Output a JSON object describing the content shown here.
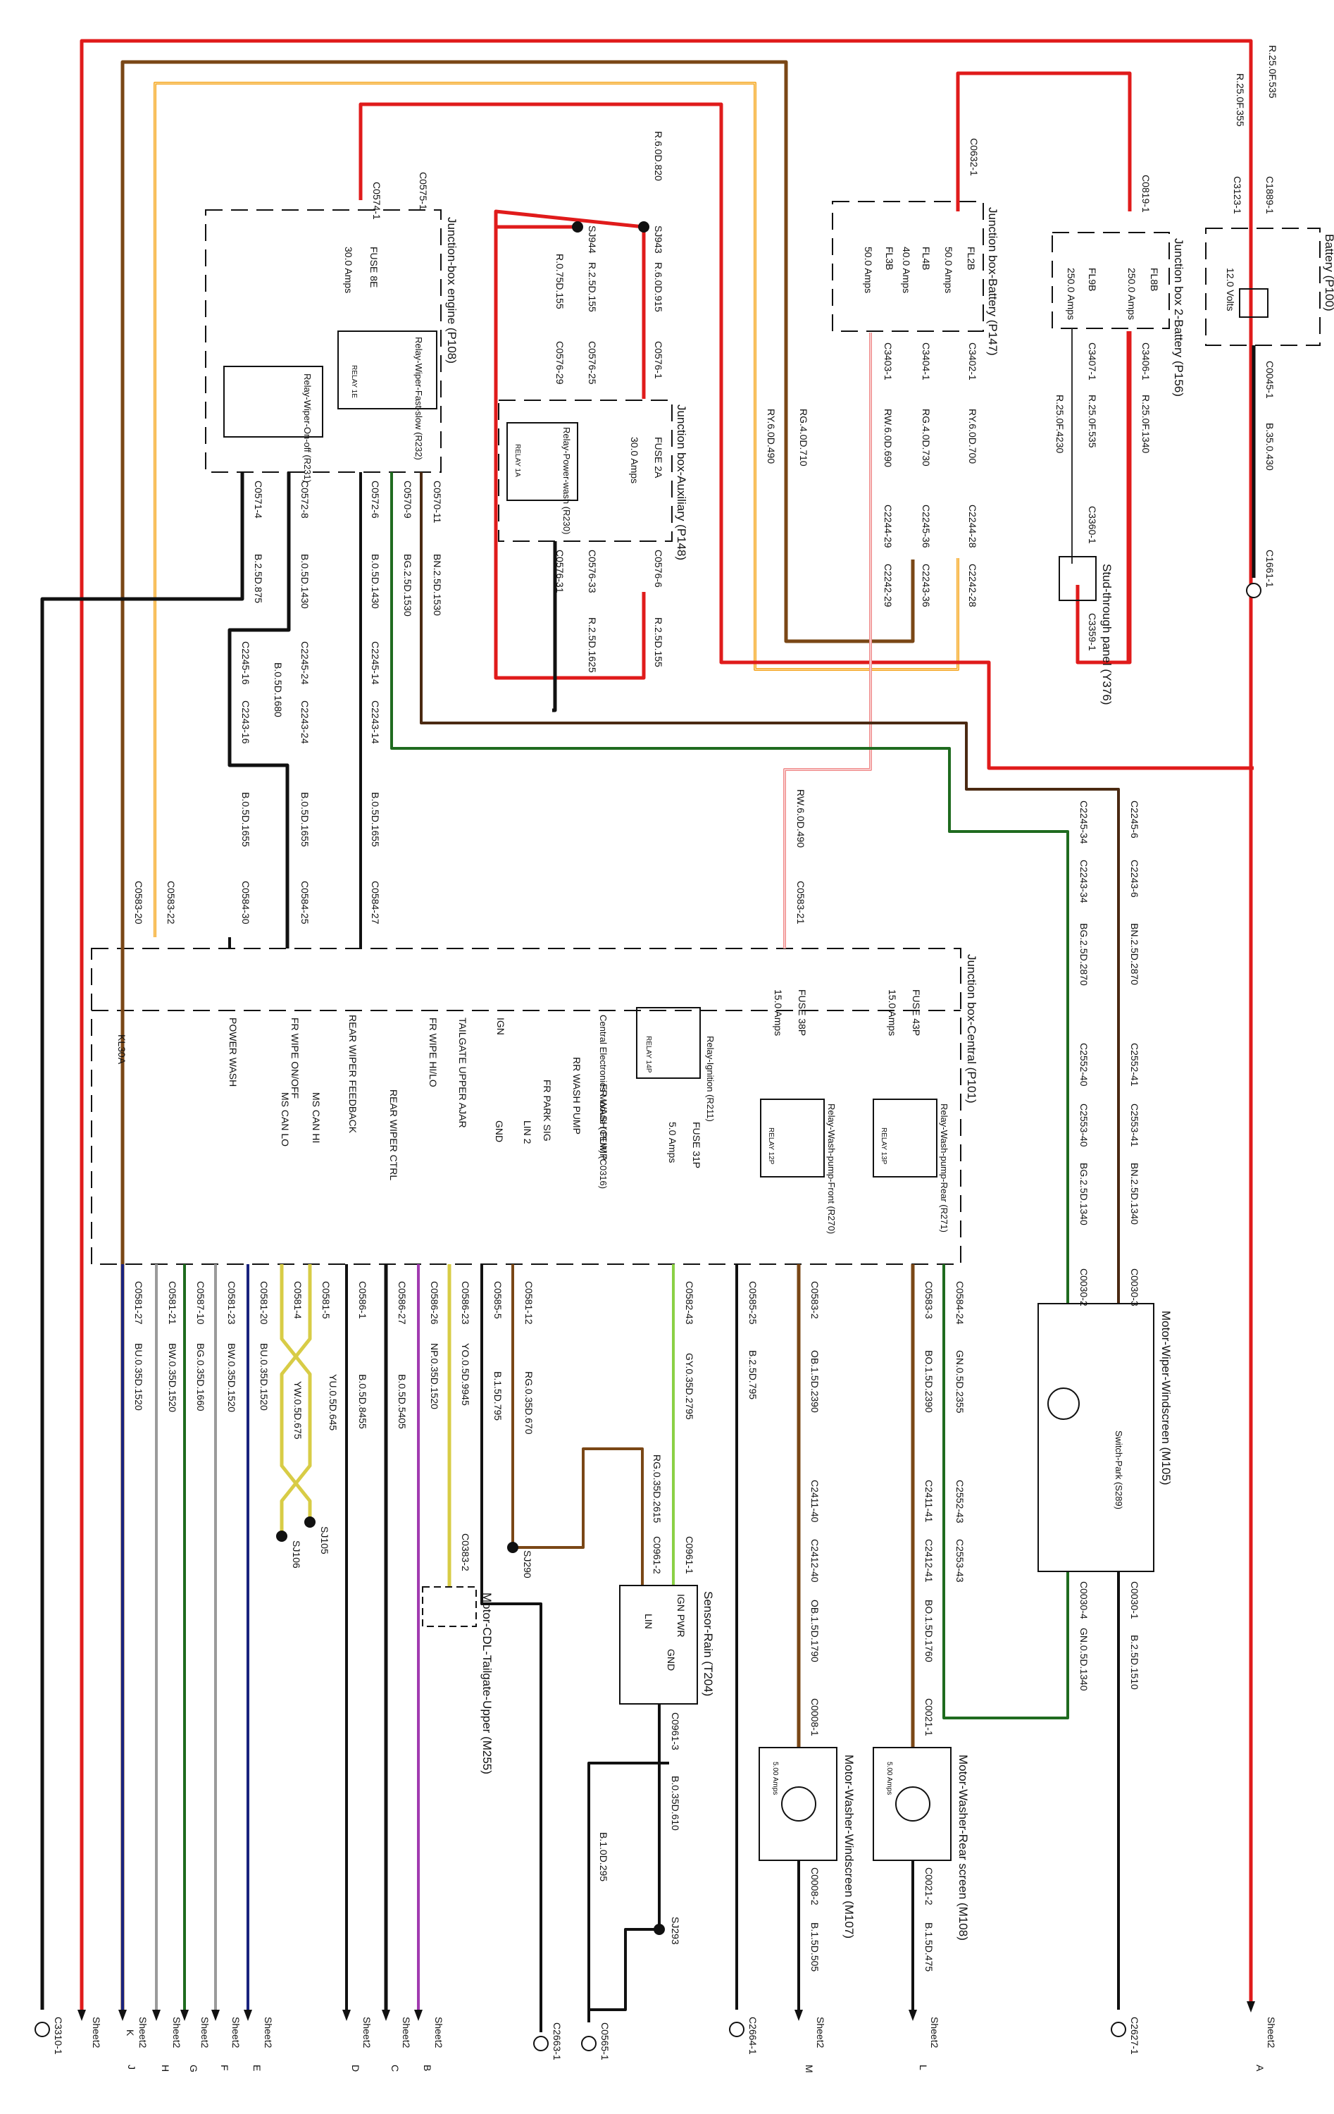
{
  "colors": {
    "red": "#e01b1b",
    "brown": "#7a4716",
    "orange": "#f5a623",
    "darkbrown": "#4b2a12",
    "green": "#1f6b1f",
    "lightgreen": "#8bd146",
    "black": "#111111",
    "blue": "#1a237e",
    "grey": "#9a9a9a",
    "violet": "#a13bb0",
    "yellow": "#d8cc46",
    "pink": "#f08b8b"
  },
  "boxes": {
    "engine": "Junction-box engine (P108)",
    "auxiliary": "Junction box-Auxiliary (P148)",
    "battery_jb": "Junction box-Battery (P147)",
    "battery2": "Junction box 2-Battery (P156)",
    "battery": "Battery (P100)",
    "central": "Junction box-Central (P101)",
    "stud": "Stud-through panel (Y376)",
    "wiper_motor": "Motor-Wiper-Windscreen (M105)",
    "washer_rear": "Motor-Washer-Rear screen (M108)",
    "washer_front": "Motor-Washer-Windscreen (M107)",
    "sensor_rain": "Sensor-Rain (T204)",
    "cdl": "Motor-CDL-Tailgate-Upper (M255)"
  },
  "fuses": {
    "f8e": [
      "FUSE 8E",
      "30.0 Amps"
    ],
    "f2a": [
      "FUSE 2A",
      "30.0 Amps"
    ],
    "fl2b": [
      "FL2B",
      "50.0 Amps"
    ],
    "fl4b": [
      "FL4B",
      "40.0 Amps"
    ],
    "fl3b": [
      "FL3B",
      "50.0 Amps"
    ],
    "fl8b": [
      "FL8B",
      "250.0 Amps"
    ],
    "fl9b": [
      "FL9B",
      "250.0 Amps"
    ],
    "f38p": [
      "FUSE 38P",
      "15.0 Amps"
    ],
    "f43p": [
      "FUSE 43P",
      "15.0 Amps"
    ],
    "f31p": [
      "FUSE 31P",
      "5.0 Amps"
    ],
    "battery_v": "12.0 Volts"
  },
  "relays": {
    "r232": "Relay-Wiper-Fast-slow (R232)",
    "r231": "Relay-Wiper-On-off (R231)",
    "r230": "Relay-Power-wash (R230)",
    "r211": "Relay-Ignition (R211)",
    "r270": "Relay-Wash-pump-Front (R270)",
    "r271": "Relay-Wash-pump-Rear (R271)",
    "cem": "Central Electronics Module (CEM) (C0316)",
    "switch_park": "Switch-Park (S289)",
    "relay_tag": "RELAY 1E",
    "relay_tag2": "RELAY 1A",
    "relay_tag3": "RELAY 14P",
    "relay_tag4": "RELAY 12P",
    "relay_tag5": "RELAY 13P"
  },
  "pins": {
    "kl30a": "KL30A",
    "power_wash": "POWER WASH",
    "fr_wipe_onoff": "FR WIPE ON/OFF",
    "rear_wiper_fb": "REAR WIPER FEEDBACK",
    "fr_wipe_hilo": "FR WIPE HI/LO",
    "tailgate": "TAILGATE UPPER AJAR",
    "ign": "IGN",
    "ms_can_hi": "MS CAN HI",
    "ms_can_lo": "MS CAN LO",
    "rear_wiper_ctrl": "REAR WIPER CTRL",
    "gnd": "GND",
    "lin2": "LIN 2",
    "fr_park_sig": "FR PARK SIG",
    "fr_wash_pump": "FR WASH PUMP",
    "rr_wash_pump": "RR WASH PUMP",
    "ign_pwr": "IGN PWR",
    "lin": "LIN",
    "s_gnd": "GND",
    "amps5": "5.00 Amps"
  },
  "top_wires": {
    "r25_535": "R.25.0F.535",
    "r25_355": "R.25.0F.355",
    "r6_820": "R.6.0D.820",
    "c1889": "C1889-1",
    "c3123": "C3123-1",
    "c0819": "C0819-1",
    "c0632": "C0632-1",
    "c0574": "C0574-1",
    "c0575": "C0575-1",
    "sj944": "SJ944",
    "sj943": "SJ943",
    "r25_155": "R.2.5D.155",
    "r6_915": "R.6.0D.915",
    "r075_155": "R.0.75D.155",
    "c0576_29": "C0576-29",
    "c0576_25": "C0576-25",
    "c0576_1": "C0576-1",
    "c3403": "C3403-1",
    "c3404": "C3404-1",
    "c3402": "C3402-1",
    "rw6_690": "RW.6.0D.690",
    "rg4_730": "RG.4.0D.730",
    "ry6_700": "RY.6.0D.700",
    "rg4_710": "RG.4.0D.710",
    "ry6_490": "RY.6.0D.490",
    "c3407": "C3407-1",
    "c3406": "C3406-1",
    "r25_535b": "R.25.0F.535",
    "r25_1340": "R.25.0F.1340",
    "r25_4230": "R.25.0F.4230",
    "c0045": "C0045-1",
    "b35_430": "B.35.0.430",
    "c1661": "C1661-1",
    "c3360": "C3360-1",
    "c3359": "C3359-1",
    "c2244_29": "C2244-29",
    "c2242_29": "C2242-29",
    "c2245_36": "C2245-36",
    "c2243_36": "C2243-36",
    "c2244_28": "C2244-28",
    "c2242_28": "C2242-28",
    "c0576_33": "C0576-33",
    "c0576_31": "C0576-31",
    "c0576_6": "C0576-6",
    "r25_1625": "R.2.5D.1625",
    "r25_155b": "R.2.5D.155",
    "c0571_4": "C0571-4",
    "c0572_8": "C0572-8",
    "c0572_6": "C0572-6",
    "c0570_9": "C0570-9",
    "c0570_11": "C0570-11",
    "b25_875": "B.2.5D.875",
    "b05_1430": "B.0.5D.1430",
    "b05_1430b": "B.0.5D.1430",
    "bg25_1530": "BG.2.5D.1530",
    "bn25_1530": "BN.2.5D.1530",
    "c2245_16": "C2245-16",
    "c2243_16": "C2243-16",
    "c2245_24": "C2245-24",
    "c2243_24": "C2243-24",
    "c2245_14": "C2245-14",
    "c2243_14": "C2243-14",
    "b05_1680": "B.0.5D.1680",
    "b05_1655a": "B.0.5D.1655",
    "b05_1655b": "B.0.5D.1655",
    "b05_1655c": "B.0.5D.1655",
    "rw6_490": "RW.6.0D.490",
    "c0583_20": "C0583-20",
    "c0583_22": "C0583-22",
    "c0584_30": "C0584-30",
    "c0584_25": "C0584-25",
    "c0584_27": "C0584-27",
    "c0583_21": "C0583-21",
    "c2245_34": "C2245-34",
    "c2243_34": "C2243-34",
    "c2245_6": "C2245-6",
    "c2243_6": "C2243-6",
    "bg25_2870": "BG.2.5D.2870",
    "bn25_2870": "BN.2.5D.2870",
    "c2552_40": "C2552-40",
    "c2553_40": "C2553-40",
    "c2552_41": "C2552-41",
    "c2553_41": "C2553-41",
    "bg25_1340": "BG.2.5D.1340",
    "bn25_1340": "BN.2.5D.1340",
    "c0030_2": "C0030-2",
    "c0030_3": "C0030-3"
  },
  "bottom_wires": {
    "c0581_27": "C0581-27",
    "c0581_21": "C0581-21",
    "c0587_10": "C0587-10",
    "c0581_23": "C0581-23",
    "c0581_20": "C0581-20",
    "c0581_4": "C0581-4",
    "c0581_5": "C0581-5",
    "c0586_1": "C0586-1",
    "c0586_27": "C0586-27",
    "c0586_26": "C0586-26",
    "c0586_23": "C0586-23",
    "c0585_5": "C0585-5",
    "c0581_12": "C0581-12",
    "c0582_43": "C0582-43",
    "c0585_25": "C0585-25",
    "c0583_2": "C0583-2",
    "c0583_3": "C0583-3",
    "c0584_24": "C0584-24",
    "bu035_1520": "BU.0.35D.1520",
    "bw035_1520": "BW.0.35D.1520",
    "bg035_1660": "BG.0.35D.1660",
    "bw035_1520b": "BW.0.35D.1520",
    "bu035_1520b": "BU.0.35D.1520",
    "yw05_675": "YW.0.5D.675",
    "yu05_645": "YU.0.5D.645",
    "b05_8455": "B.0.5D.8455",
    "b05_5405": "B.0.5D.5405",
    "np035_1520": "NP.0.35D.1520",
    "yo05_9945": "YO.0.5D.9945",
    "b15_795": "B.1.5D.795",
    "rg035_670": "RG.0.35D.670",
    "gy035_2795": "GY.0.35D.2795",
    "b25_795": "B.2.5D.795",
    "ob15_2390": "OB.1.5D.2390",
    "bo15_2390": "BO.1.5D.2390",
    "gn05_2355": "GN.0.5D.2355",
    "sj105": "SJ105",
    "sj106": "SJ106",
    "sj290": "SJ290",
    "rg035_2615": "RG.0.35D.2615",
    "c0383_2": "C0383-2",
    "c0961_2": "C0961-2",
    "c0961_1": "C0961-1",
    "c2411_40": "C2411-40",
    "c2412_40": "C2412-40",
    "ob15_1790": "OB.1.5D.1790",
    "c2411_41": "C2411-41",
    "c2412_41": "C2412-41",
    "bo15_1760": "BO.1.5D.1760",
    "c2552_43": "C2552-43",
    "c2553_43": "C2553-43",
    "gn05_1340": "GN.0.5D.1340",
    "c0030_4": "C0030-4",
    "c0030_1": "C0030-1",
    "b25_1510": "B.2.5D.1510",
    "c0961_3": "C0961-3",
    "b035_610": "B.0.35D.610",
    "b1_295": "B.1.0D.295",
    "sj293": "SJ293",
    "c0008_1": "C0008-1",
    "c0021_1": "C0021-1",
    "c0008_2": "C0008-2",
    "c0021_2": "C0021-2",
    "b15_505": "B.1.5D.505",
    "b15_475": "B.1.5D.475"
  },
  "terminals": {
    "c3310": "C3310-1",
    "k": "K",
    "j": "J",
    "h": "H",
    "g": "G",
    "f": "F",
    "e": "E",
    "d": "D",
    "c": "C",
    "b": "B",
    "c2663": "C2663-1",
    "c0565": "C0565-1",
    "c2664": "C2664-1",
    "m": "M",
    "l": "L",
    "c2627": "C2627-1",
    "a": "A",
    "sheet2": "Sheet2"
  }
}
